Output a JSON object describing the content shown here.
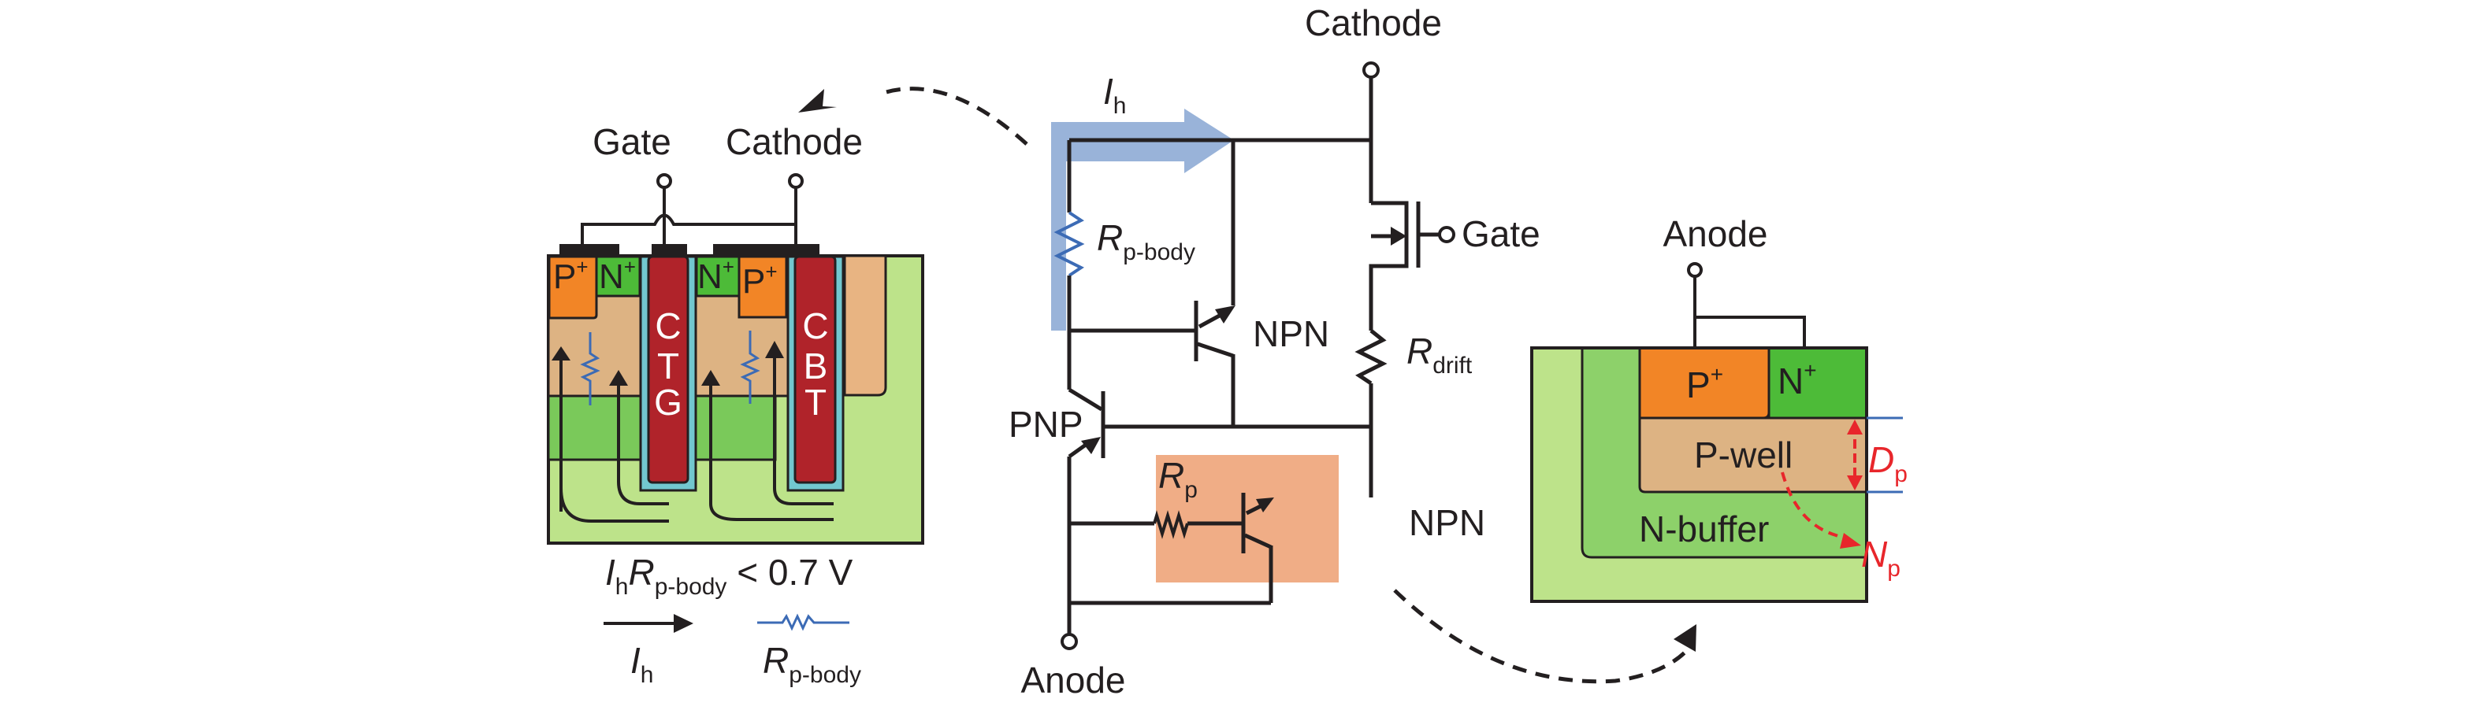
{
  "figure": {
    "type": "device-and-equivalent-circuit-diagram",
    "colors": {
      "p_plus": "#f28526",
      "n_plus": "#4dbb38",
      "p_body": "#ddb383",
      "n_buffer": "#7ac95a",
      "n_drift": "#bde38a",
      "trench_fill": "#b0232a",
      "trench_oxide": "#72c7cf",
      "metal": "#231f20",
      "current_arrow": "#99b3d9",
      "rp_highlight": "#f0ad86",
      "resistor_blue": "#3c6bb5",
      "annotation_red": "#e8262b"
    }
  },
  "left_device": {
    "terminal_gate": "Gate",
    "terminal_cathode": "Cathode",
    "region_p_plus_1": "P",
    "region_p_plus_1_sup": "+",
    "region_n_plus_1": "N",
    "region_n_plus_1_sup": "+",
    "region_n_plus_2": "N",
    "region_n_plus_2_sup": "+",
    "region_p_plus_2": "P",
    "region_p_plus_2_sup": "+",
    "trench_ctg": [
      "C",
      "T",
      "G"
    ],
    "trench_cbt": [
      "C",
      "B",
      "T"
    ],
    "condition": {
      "i": "I",
      "i_sub": "h",
      "r": "R",
      "r_sub": "p-body",
      "rest": " < 0.7 V"
    },
    "legend": {
      "arrow_label": "I",
      "arrow_label_sub": "h",
      "resistor_label": "R",
      "resistor_label_sub": "p-body"
    }
  },
  "circuit": {
    "cathode": "Cathode",
    "anode": "Anode",
    "gate": "Gate",
    "ih": "I",
    "ih_sub": "h",
    "r_pbody": "R",
    "r_pbody_sub": "p-body",
    "r_drift": "R",
    "r_drift_sub": "drift",
    "rp": "R",
    "rp_sub": "p",
    "npn_top": "NPN",
    "pnp": "PNP",
    "npn_bottom": "NPN"
  },
  "right_device": {
    "terminal_anode": "Anode",
    "region_p_plus": "P",
    "region_p_plus_sup": "+",
    "region_n_plus": "N",
    "region_n_plus_sup": "+",
    "region_p_well": "P-well",
    "region_n_buffer": "N-buffer",
    "dp": "D",
    "dp_sub": "p",
    "np": "N",
    "np_sub": "p"
  }
}
